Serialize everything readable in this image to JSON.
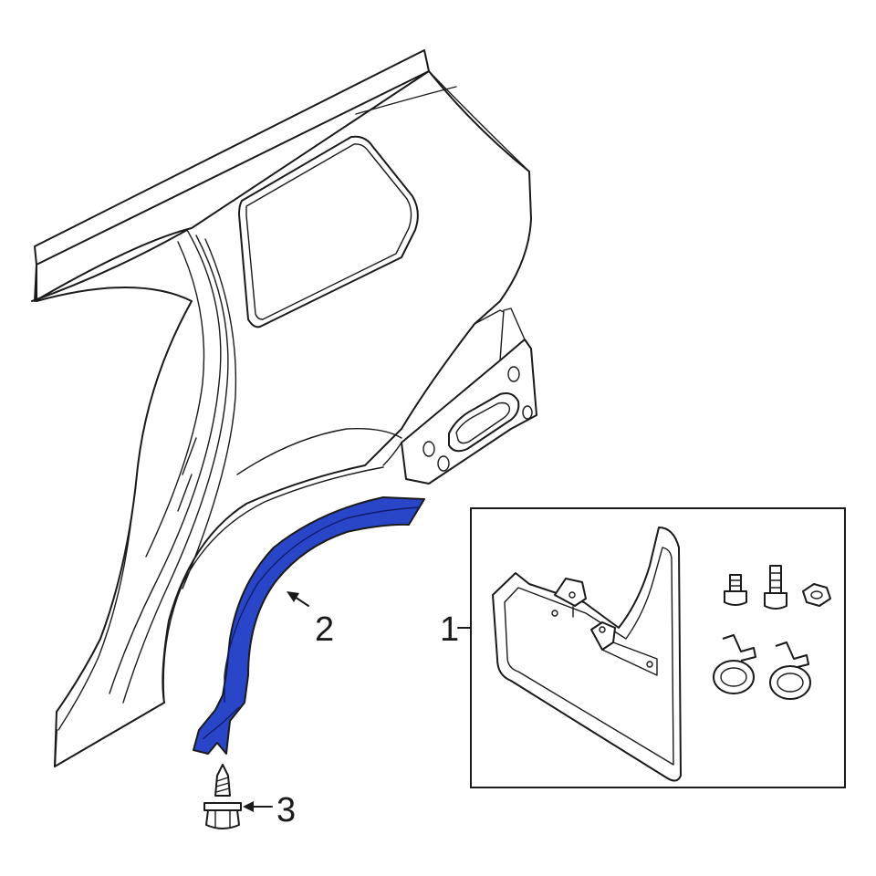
{
  "callouts": {
    "one": "1",
    "two": "2",
    "three": "3"
  },
  "colors": {
    "highlight_part": "#2a46c8",
    "line": "#1a1a1a",
    "background": "#ffffff"
  },
  "icons": [
    "quarter-panel-drawing",
    "wheel-opening-molding",
    "mud-flap",
    "bolt",
    "nut",
    "clip",
    "screw"
  ]
}
